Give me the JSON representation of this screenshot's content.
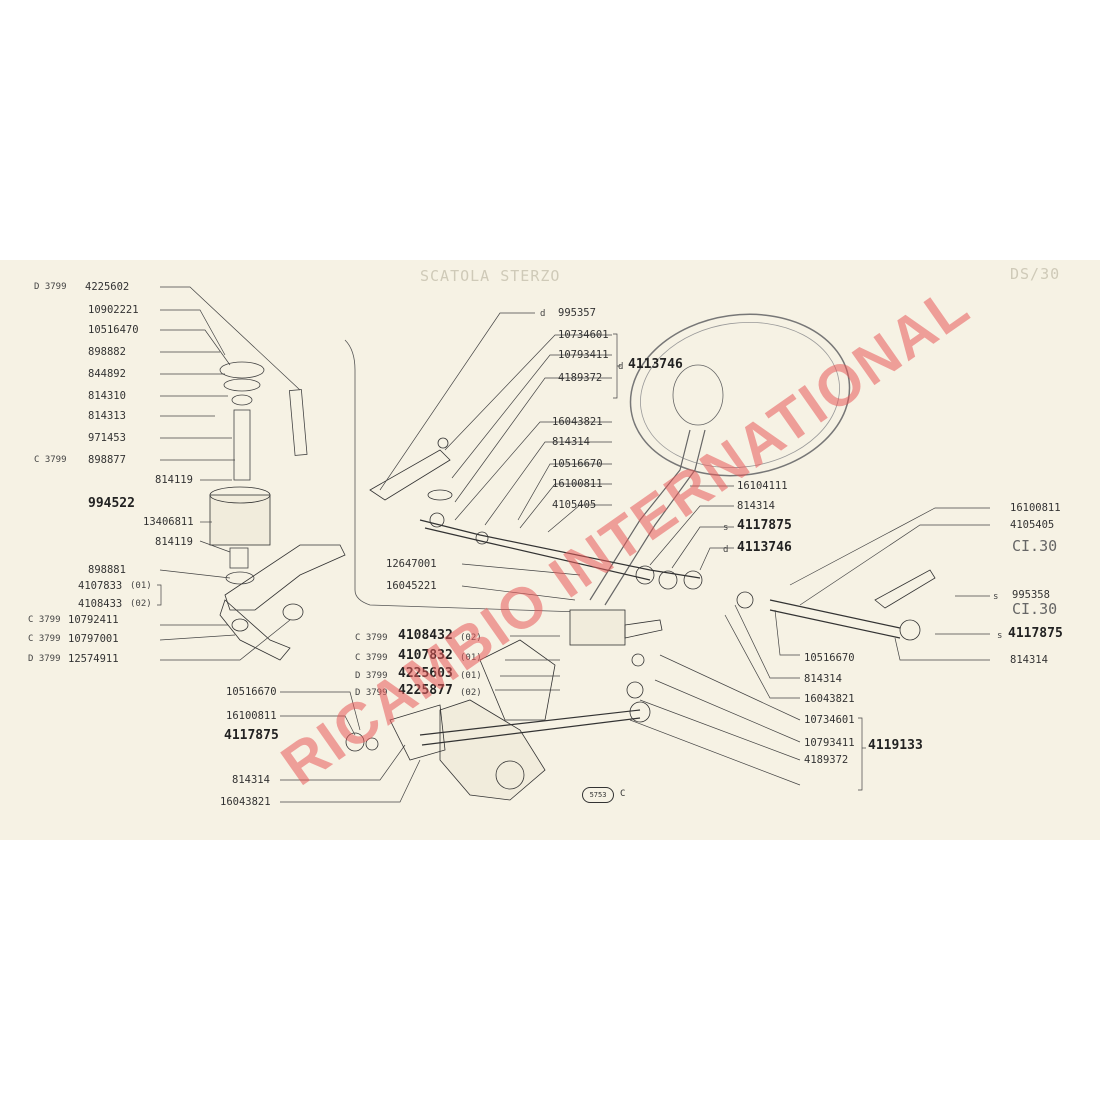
{
  "header": {
    "title_faint": "SCATOLA STERZO",
    "page_code_faint": "DS/30"
  },
  "labels_left": {
    "l1_prefix": "D 3799",
    "l1": "4225602",
    "l2": "10902221",
    "l3": "10516470",
    "l4": "898882",
    "l5": "844892",
    "l6": "814310",
    "l7": "814313",
    "l8": "971453",
    "l9_prefix": "C 3799",
    "l9": "898877",
    "l10": "814119",
    "l11": "994522",
    "l12": "13406811",
    "l13": "814119",
    "l14": "898881",
    "l15": "4107833",
    "l15_tag": "(01)",
    "l16": "4108433",
    "l16_tag": "(02)",
    "l17_prefix": "C 3799",
    "l17": "10792411",
    "l18_prefix": "C 3799",
    "l18": "10797001",
    "l19_prefix": "D 3799",
    "l19": "12574911"
  },
  "labels_center": {
    "d1_prefix": "d",
    "d1": "995357",
    "c1": "10734601",
    "c2": "10793411",
    "c3": "4189372",
    "c_group_prefix": "d",
    "c_group": "4113746",
    "c4": "16043821",
    "c5": "814314",
    "c6": "10516670",
    "c7": "16100811",
    "c8": "4105405",
    "c9": "16104111",
    "c10": "814314",
    "c11_prefix": "s",
    "c11": "4117875",
    "c12_prefix": "d",
    "c12": "4113746",
    "c13": "12647001",
    "c14": "16045221",
    "m1_prefix": "C 3799",
    "m1": "4108432",
    "m1_tag": "(02)",
    "m2_prefix": "C 3799",
    "m2": "4107832",
    "m2_tag": "(01)",
    "m3_prefix": "D 3799",
    "m3": "4225603",
    "m3_tag": "(01)",
    "m4_prefix": "D 3799",
    "m4": "4225877",
    "m4_tag": "(02)"
  },
  "labels_right": {
    "r1": "16100811",
    "r2": "4105405",
    "r3": "CI.30",
    "r4_prefix": "s",
    "r4": "995358",
    "r5": "CI.30",
    "r6_prefix": "s",
    "r6": "4117875",
    "r7": "814314",
    "r8": "10516670",
    "r9": "814314",
    "r10": "16043821",
    "r11": "10734601",
    "r12": "10793411",
    "r13": "4189372",
    "r_group": "4119133"
  },
  "labels_bottom": {
    "b1": "10516670",
    "b2": "16100811",
    "b3": "4117875",
    "b4": "814314",
    "b5": "16043821",
    "plate": "5753",
    "plate_suffix": "C"
  },
  "watermark": "RICAMBIO INTERNATIONAL",
  "colors": {
    "paper": "#f6f2e4",
    "ink": "#333333",
    "watermark": "#e85a5a"
  }
}
